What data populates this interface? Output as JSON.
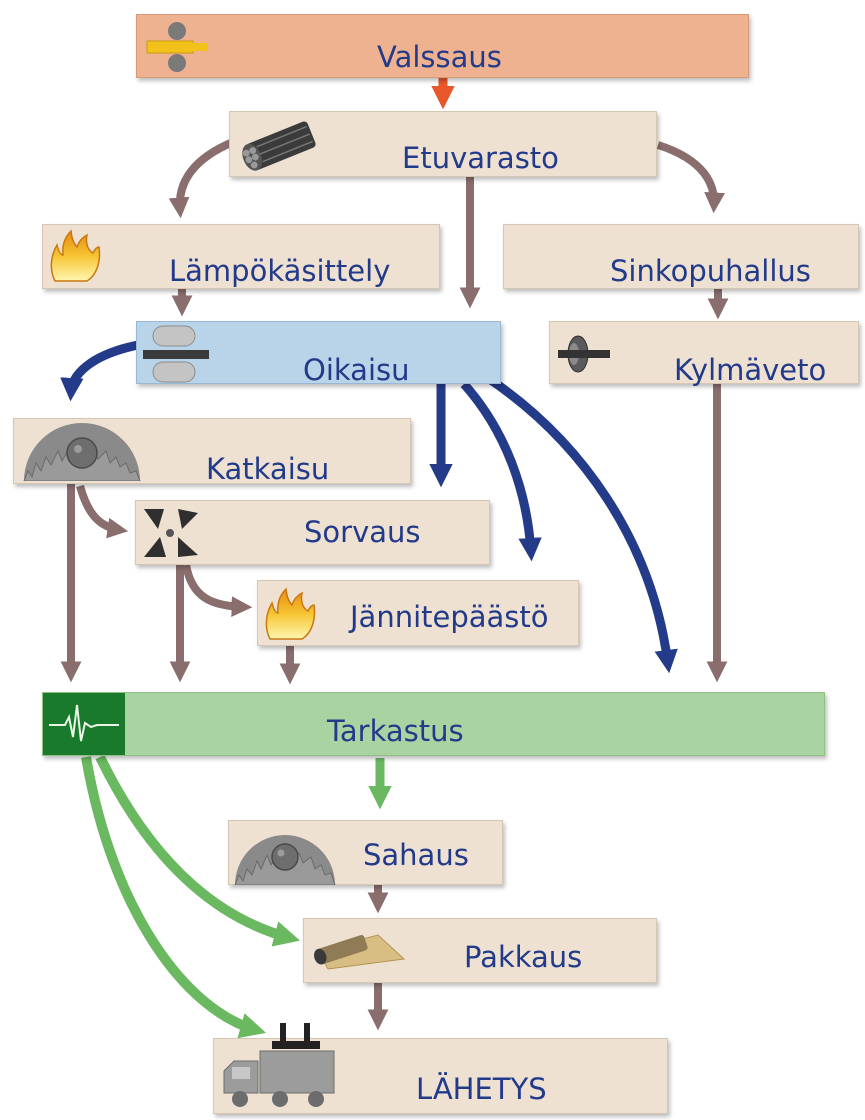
{
  "diagram": {
    "nodes": {
      "valssaus": {
        "label": "Valssaus",
        "icon": "rolling-mill-icon"
      },
      "etuvarasto": {
        "label": "Etuvarasto",
        "icon": "bar-bundle-icon"
      },
      "lampokasittely": {
        "label": "Lämpökäsittely",
        "icon": "flame-icon"
      },
      "sinkopuhallus": {
        "label": "Sinkopuhallus",
        "icon": ""
      },
      "oikaisu": {
        "label": "Oikaisu",
        "icon": "straightening-rollers-icon"
      },
      "kylmaveto": {
        "label": "Kylmäveto",
        "icon": "cold-drawing-die-icon"
      },
      "katkaisu": {
        "label": "Katkaisu",
        "icon": "saw-blade-icon"
      },
      "sorvaus": {
        "label": "Sorvaus",
        "icon": "lathe-tool-icon"
      },
      "jannitepaasto": {
        "label": "Jännitepäästö",
        "icon": "flame-icon"
      },
      "tarkastus": {
        "label": "Tarkastus",
        "icon": "inspection-waveform-icon"
      },
      "sahaus": {
        "label": "Sahaus",
        "icon": "saw-blade-icon"
      },
      "pakkaus": {
        "label": "Pakkaus",
        "icon": "wrapping-roll-icon"
      },
      "lahetys": {
        "label": "LÄHETYS",
        "icon": "truck-icon"
      }
    },
    "edges": [
      {
        "from": "valssaus",
        "to": "etuvarasto",
        "color": "#e8572a"
      },
      {
        "from": "etuvarasto",
        "to": "lampokasittely",
        "color": "#8a6e6e"
      },
      {
        "from": "etuvarasto",
        "to": "oikaisu",
        "color": "#8a6e6e"
      },
      {
        "from": "etuvarasto",
        "to": "sinkopuhallus",
        "color": "#8a6e6e"
      },
      {
        "from": "lampokasittely",
        "to": "oikaisu",
        "color": "#8a6e6e"
      },
      {
        "from": "sinkopuhallus",
        "to": "kylmaveto",
        "color": "#8a6e6e"
      },
      {
        "from": "oikaisu",
        "to": "katkaisu",
        "color": "#243b8a"
      },
      {
        "from": "oikaisu",
        "to": "sorvaus",
        "color": "#243b8a"
      },
      {
        "from": "oikaisu",
        "to": "jannitepaasto",
        "color": "#243b8a"
      },
      {
        "from": "oikaisu",
        "to": "tarkastus",
        "color": "#243b8a"
      },
      {
        "from": "kylmaveto",
        "to": "tarkastus",
        "color": "#8a6e6e"
      },
      {
        "from": "katkaisu",
        "to": "sorvaus",
        "color": "#8a6e6e"
      },
      {
        "from": "katkaisu",
        "to": "tarkastus",
        "color": "#8a6e6e"
      },
      {
        "from": "sorvaus",
        "to": "jannitepaasto",
        "color": "#8a6e6e"
      },
      {
        "from": "sorvaus",
        "to": "tarkastus",
        "color": "#8a6e6e"
      },
      {
        "from": "jannitepaasto",
        "to": "tarkastus",
        "color": "#8a6e6e"
      },
      {
        "from": "tarkastus",
        "to": "sahaus",
        "color": "#6ab85f"
      },
      {
        "from": "tarkastus",
        "to": "pakkaus",
        "color": "#6ab85f"
      },
      {
        "from": "tarkastus",
        "to": "lahetys",
        "color": "#6ab85f"
      },
      {
        "from": "sahaus",
        "to": "pakkaus",
        "color": "#8a6e6e"
      },
      {
        "from": "pakkaus",
        "to": "lahetys",
        "color": "#8a6e6e"
      }
    ]
  }
}
